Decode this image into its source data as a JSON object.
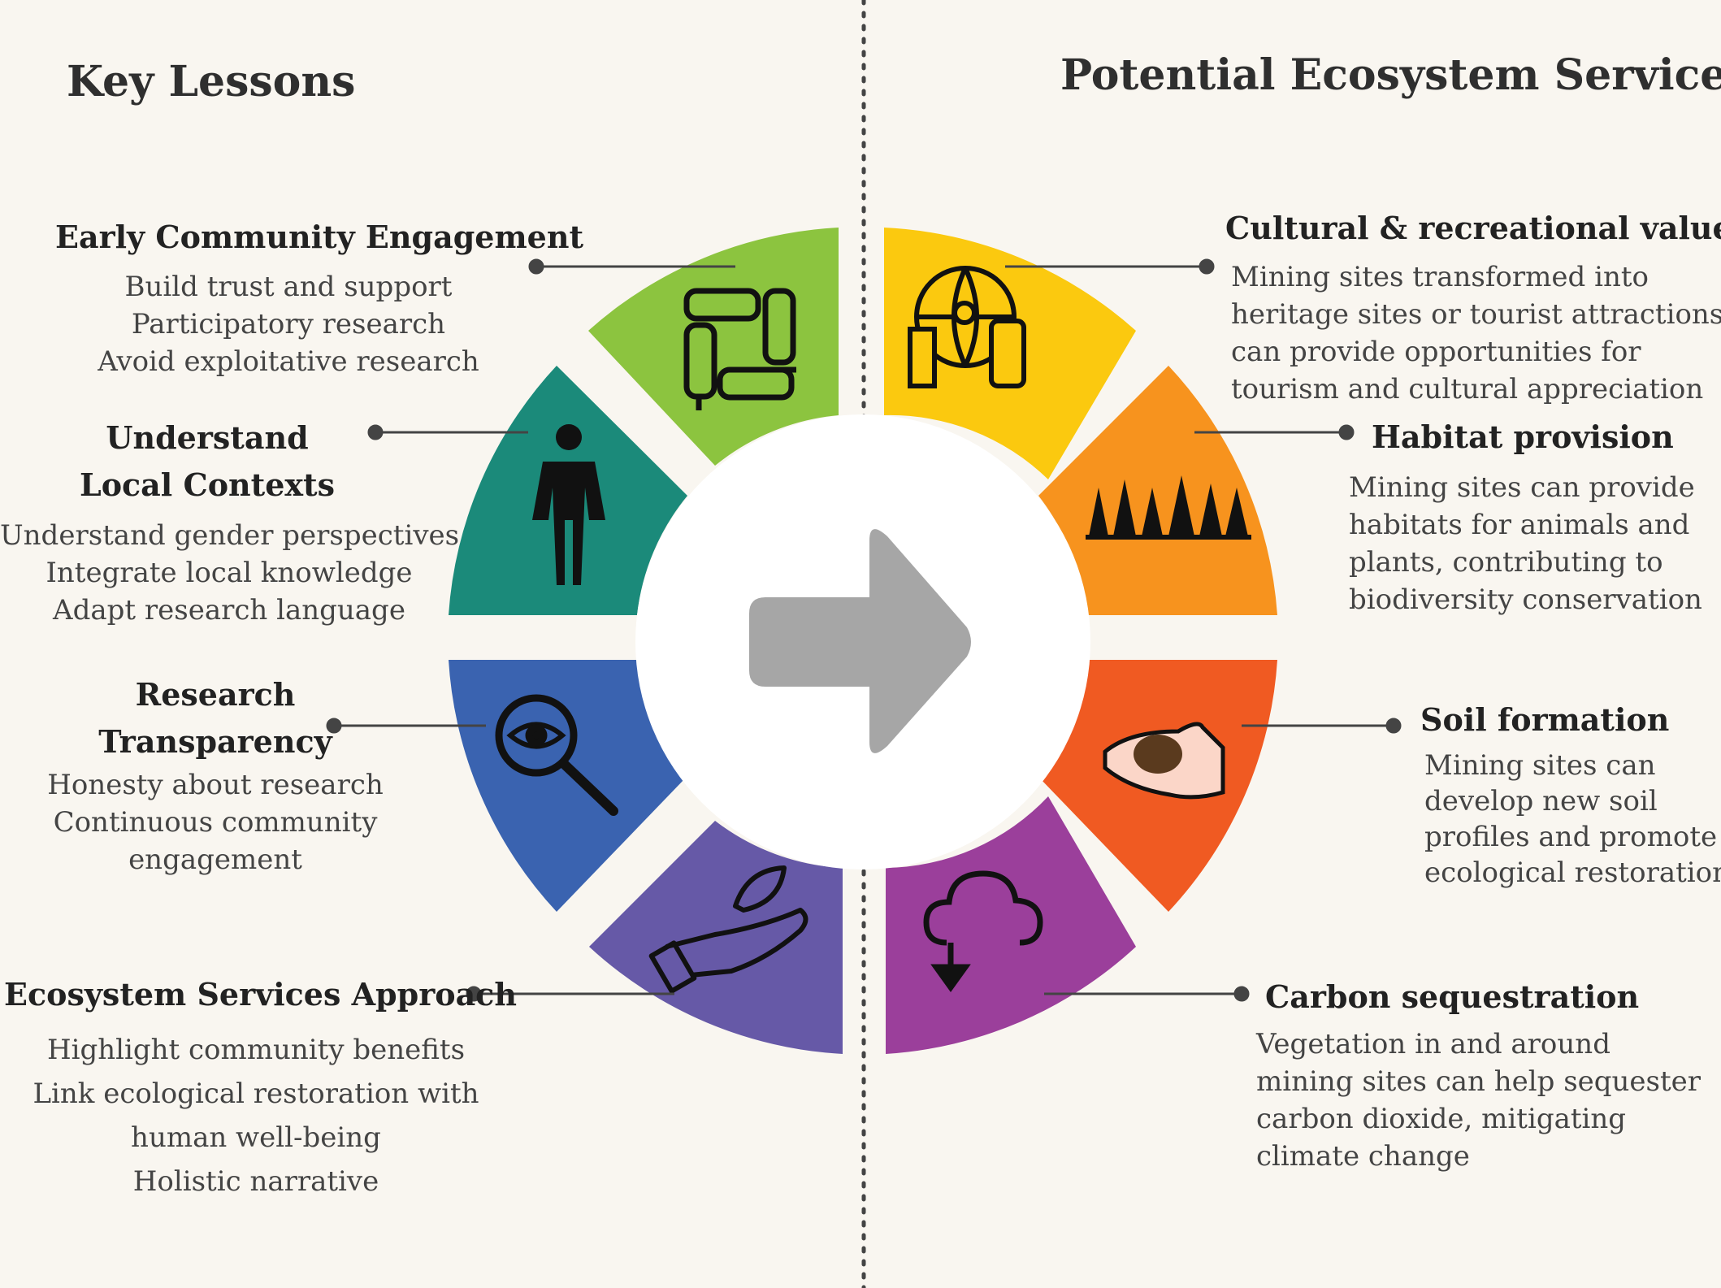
{
  "headings": {
    "left": "Key Lessons",
    "right": "Potential Ecosystem Services"
  },
  "lessons": [
    {
      "title": "Early Community Engagement",
      "color": "#8cc43f",
      "icon": "holding-hands-icon",
      "items": [
        "Build trust and support",
        "Participatory research",
        "Avoid exploitative research"
      ]
    },
    {
      "title": "Understand Local Contexts",
      "color": "#1b8a7a",
      "icon": "gender-symbol-icon",
      "items": [
        "Understand gender perspectives",
        "Integrate local knowledge",
        "Adapt research language"
      ]
    },
    {
      "title": "Research Transparency",
      "color": "#3a63b0",
      "icon": "magnifier-eye-icon",
      "items": [
        "Honesty about research",
        "Continuous community",
        "engagement"
      ]
    },
    {
      "title": "Ecosystem Services Approach",
      "color": "#6659a7",
      "icon": "hand-leaf-icon",
      "items": [
        "Highlight community benefits",
        "Link ecological restoration with",
        "human well-being",
        "Holistic narrative"
      ]
    }
  ],
  "services": [
    {
      "title": "Cultural & recreational value",
      "color": "#fbc90f",
      "icon": "globe-traveler-icon",
      "lines": [
        "Mining sites transformed into",
        "heritage sites or tourist attractions",
        "can provide opportunities for",
        "tourism and cultural appreciation"
      ]
    },
    {
      "title": "Habitat provision",
      "color": "#f7931e",
      "icon": "forest-trees-icon",
      "lines": [
        "Mining sites can provide",
        "habitats for animals and",
        "plants, contributing to",
        "biodiversity conservation"
      ]
    },
    {
      "title": "Soil formation",
      "color": "#f05a22",
      "icon": "hand-soil-icon",
      "lines": [
        "Mining sites can",
        "develop new soil",
        "profiles and promote",
        "ecological restoration"
      ]
    },
    {
      "title": "Carbon sequestration",
      "color": "#9b3f9b",
      "icon": "co2-cloud-icon",
      "lines": [
        "Vegetation in and around",
        "mining sites can help sequester",
        "carbon dioxide, mitigating",
        "climate change"
      ]
    }
  ],
  "center": {
    "icon": "right-arrow-icon",
    "color": "#a6a6a6"
  }
}
